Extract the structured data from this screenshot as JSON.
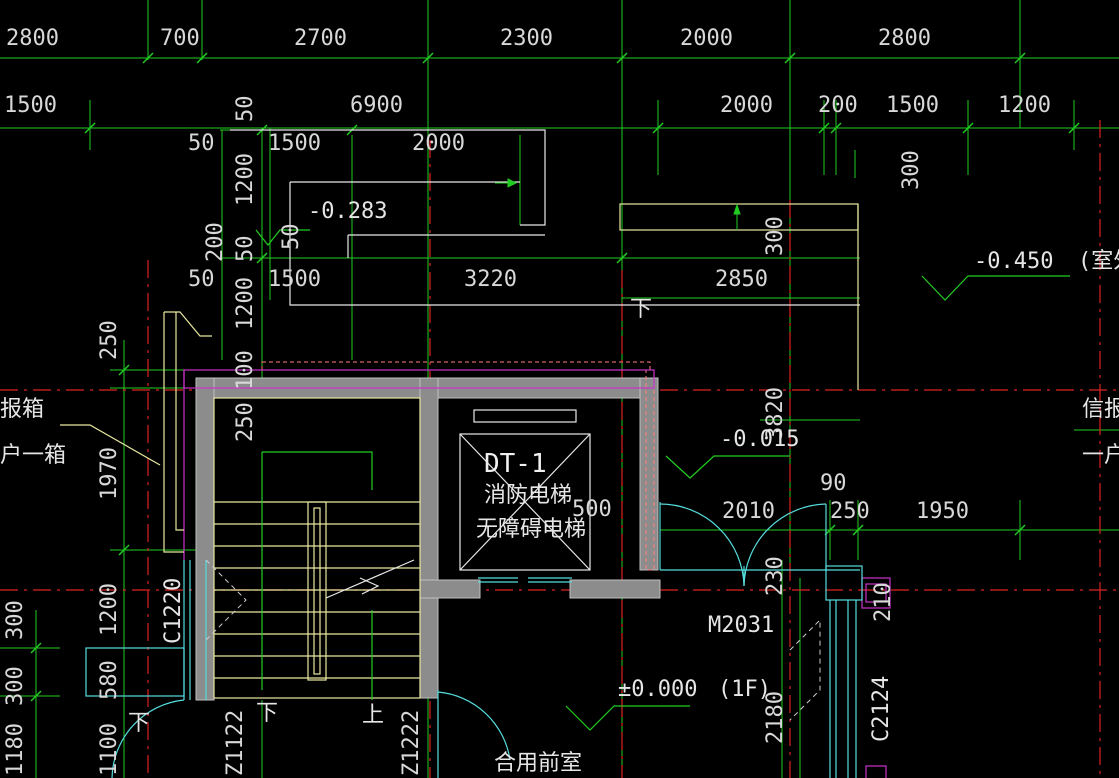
{
  "dimensions_top_row": [
    "2800",
    "700",
    "2700",
    "2300",
    "2000",
    "2800"
  ],
  "dimensions_second_row": [
    "1500",
    "6900",
    "2000",
    "200",
    "1500",
    "1200"
  ],
  "dimensions_misc": {
    "d50a": "50",
    "d50b": "50",
    "d50c": "50",
    "d50d": "50",
    "d50e": "50",
    "d1500a": "1500",
    "d2000": "2000",
    "d1200a": "1200",
    "d1200b": "1200",
    "d200": "200",
    "d1500b": "1500",
    "d3220": "3220",
    "d2850": "2850",
    "d300a": "300",
    "d300b": "300",
    "d250a": "250",
    "d250b": "250",
    "d100": "100",
    "d1970": "1970",
    "d3820": "3820",
    "d90": "90",
    "d2010": "2010",
    "d250c": "250",
    "d1950": "1950",
    "d500": "500",
    "d230": "230",
    "d210": "210",
    "d300c": "300",
    "d1200c": "1200",
    "d300d": "300",
    "d580": "580",
    "d1180": "1180",
    "d1100": "1100",
    "d2180": "2180"
  },
  "levels": {
    "l1": "-0.283",
    "l2": "-0.450",
    "l3": "-0.015",
    "l4": "±0.000"
  },
  "labels": {
    "elevator_code": "DT-1",
    "elevator_line1": "消防电梯",
    "elevator_line2": "无障碍电梯",
    "door_code": "M2031",
    "floor": "(1F)",
    "room": "合用前室",
    "window_left": "C1220",
    "window_right": "C2124",
    "col1": "Z1122",
    "col2": "Z1222",
    "down1": "下",
    "down2": "下",
    "down3": "下",
    "up": "上",
    "left_note1": "报箱",
    "left_note2": "户一箱",
    "right_note1": "信报",
    "right_note2": "一户",
    "right_note3": "(室外"
  }
}
